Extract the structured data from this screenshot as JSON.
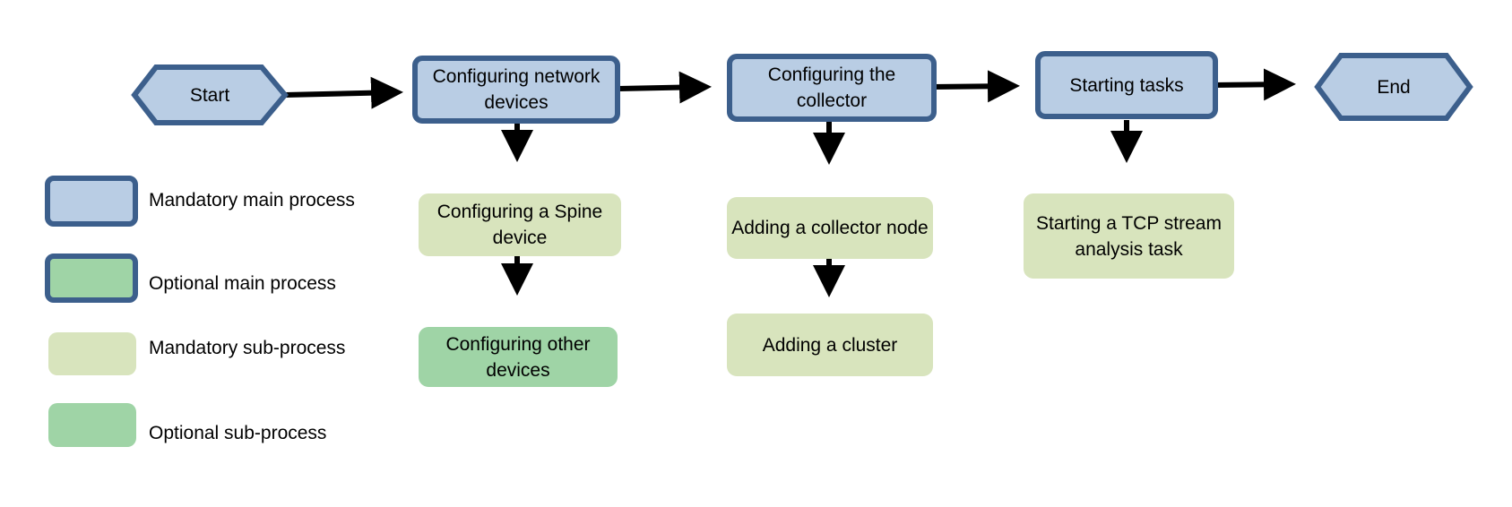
{
  "colors": {
    "main_fill": "#b9cde4",
    "main_border": "#3c5f8c",
    "mandatory_sub_fill": "#d8e4bd",
    "optional_fill": "#9fd4a6",
    "arrow": "#000000"
  },
  "nodes": {
    "start": "Start",
    "end": "End",
    "configuring_network_devices": "Configuring network devices",
    "configuring_collector": "Configuring the collector",
    "starting_tasks": "Starting tasks",
    "configuring_spine": "Configuring a Spine device",
    "configuring_other_devices": "Configuring other devices",
    "adding_collector_node": "Adding a collector node",
    "adding_cluster": "Adding a cluster",
    "starting_tcp_task": "Starting a TCP stream analysis task"
  },
  "legend": {
    "mandatory_main": "Mandatory main process",
    "optional_main": "Optional main process",
    "mandatory_sub": "Mandatory sub-process",
    "optional_sub": "Optional sub-process"
  }
}
